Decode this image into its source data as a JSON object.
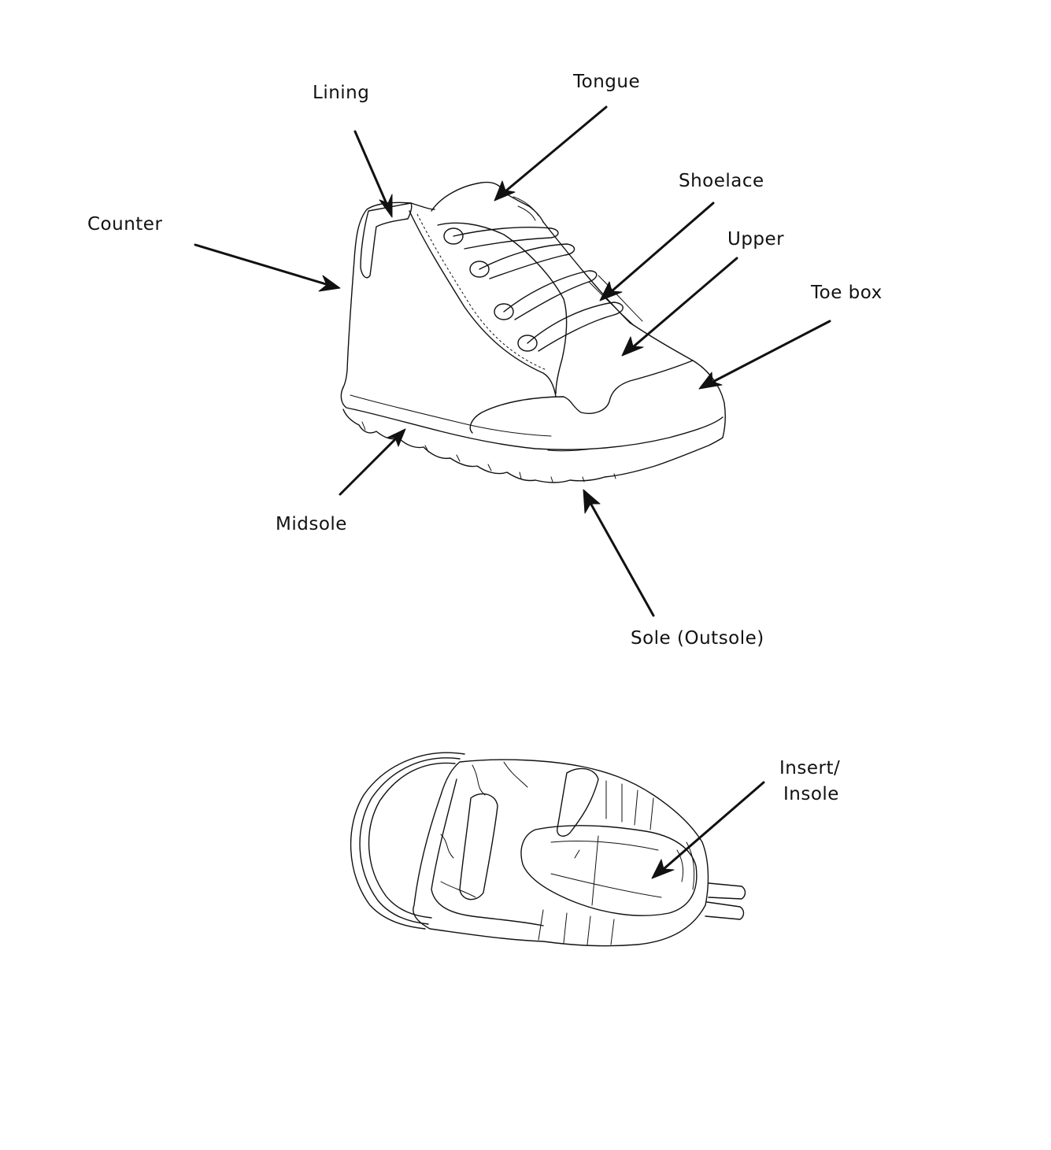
{
  "labels": {
    "lining": "Lining",
    "tongue": "Tongue",
    "shoelace": "Shoelace",
    "upper": "Upper",
    "counter": "Counter",
    "toe_box": "Toe box",
    "midsole": "Midsole",
    "sole": "Sole (Outsole)",
    "insert_line1": "Insert/",
    "insert_line2": "Insole"
  },
  "colors": {
    "ink": "#111111",
    "background": "#ffffff"
  }
}
